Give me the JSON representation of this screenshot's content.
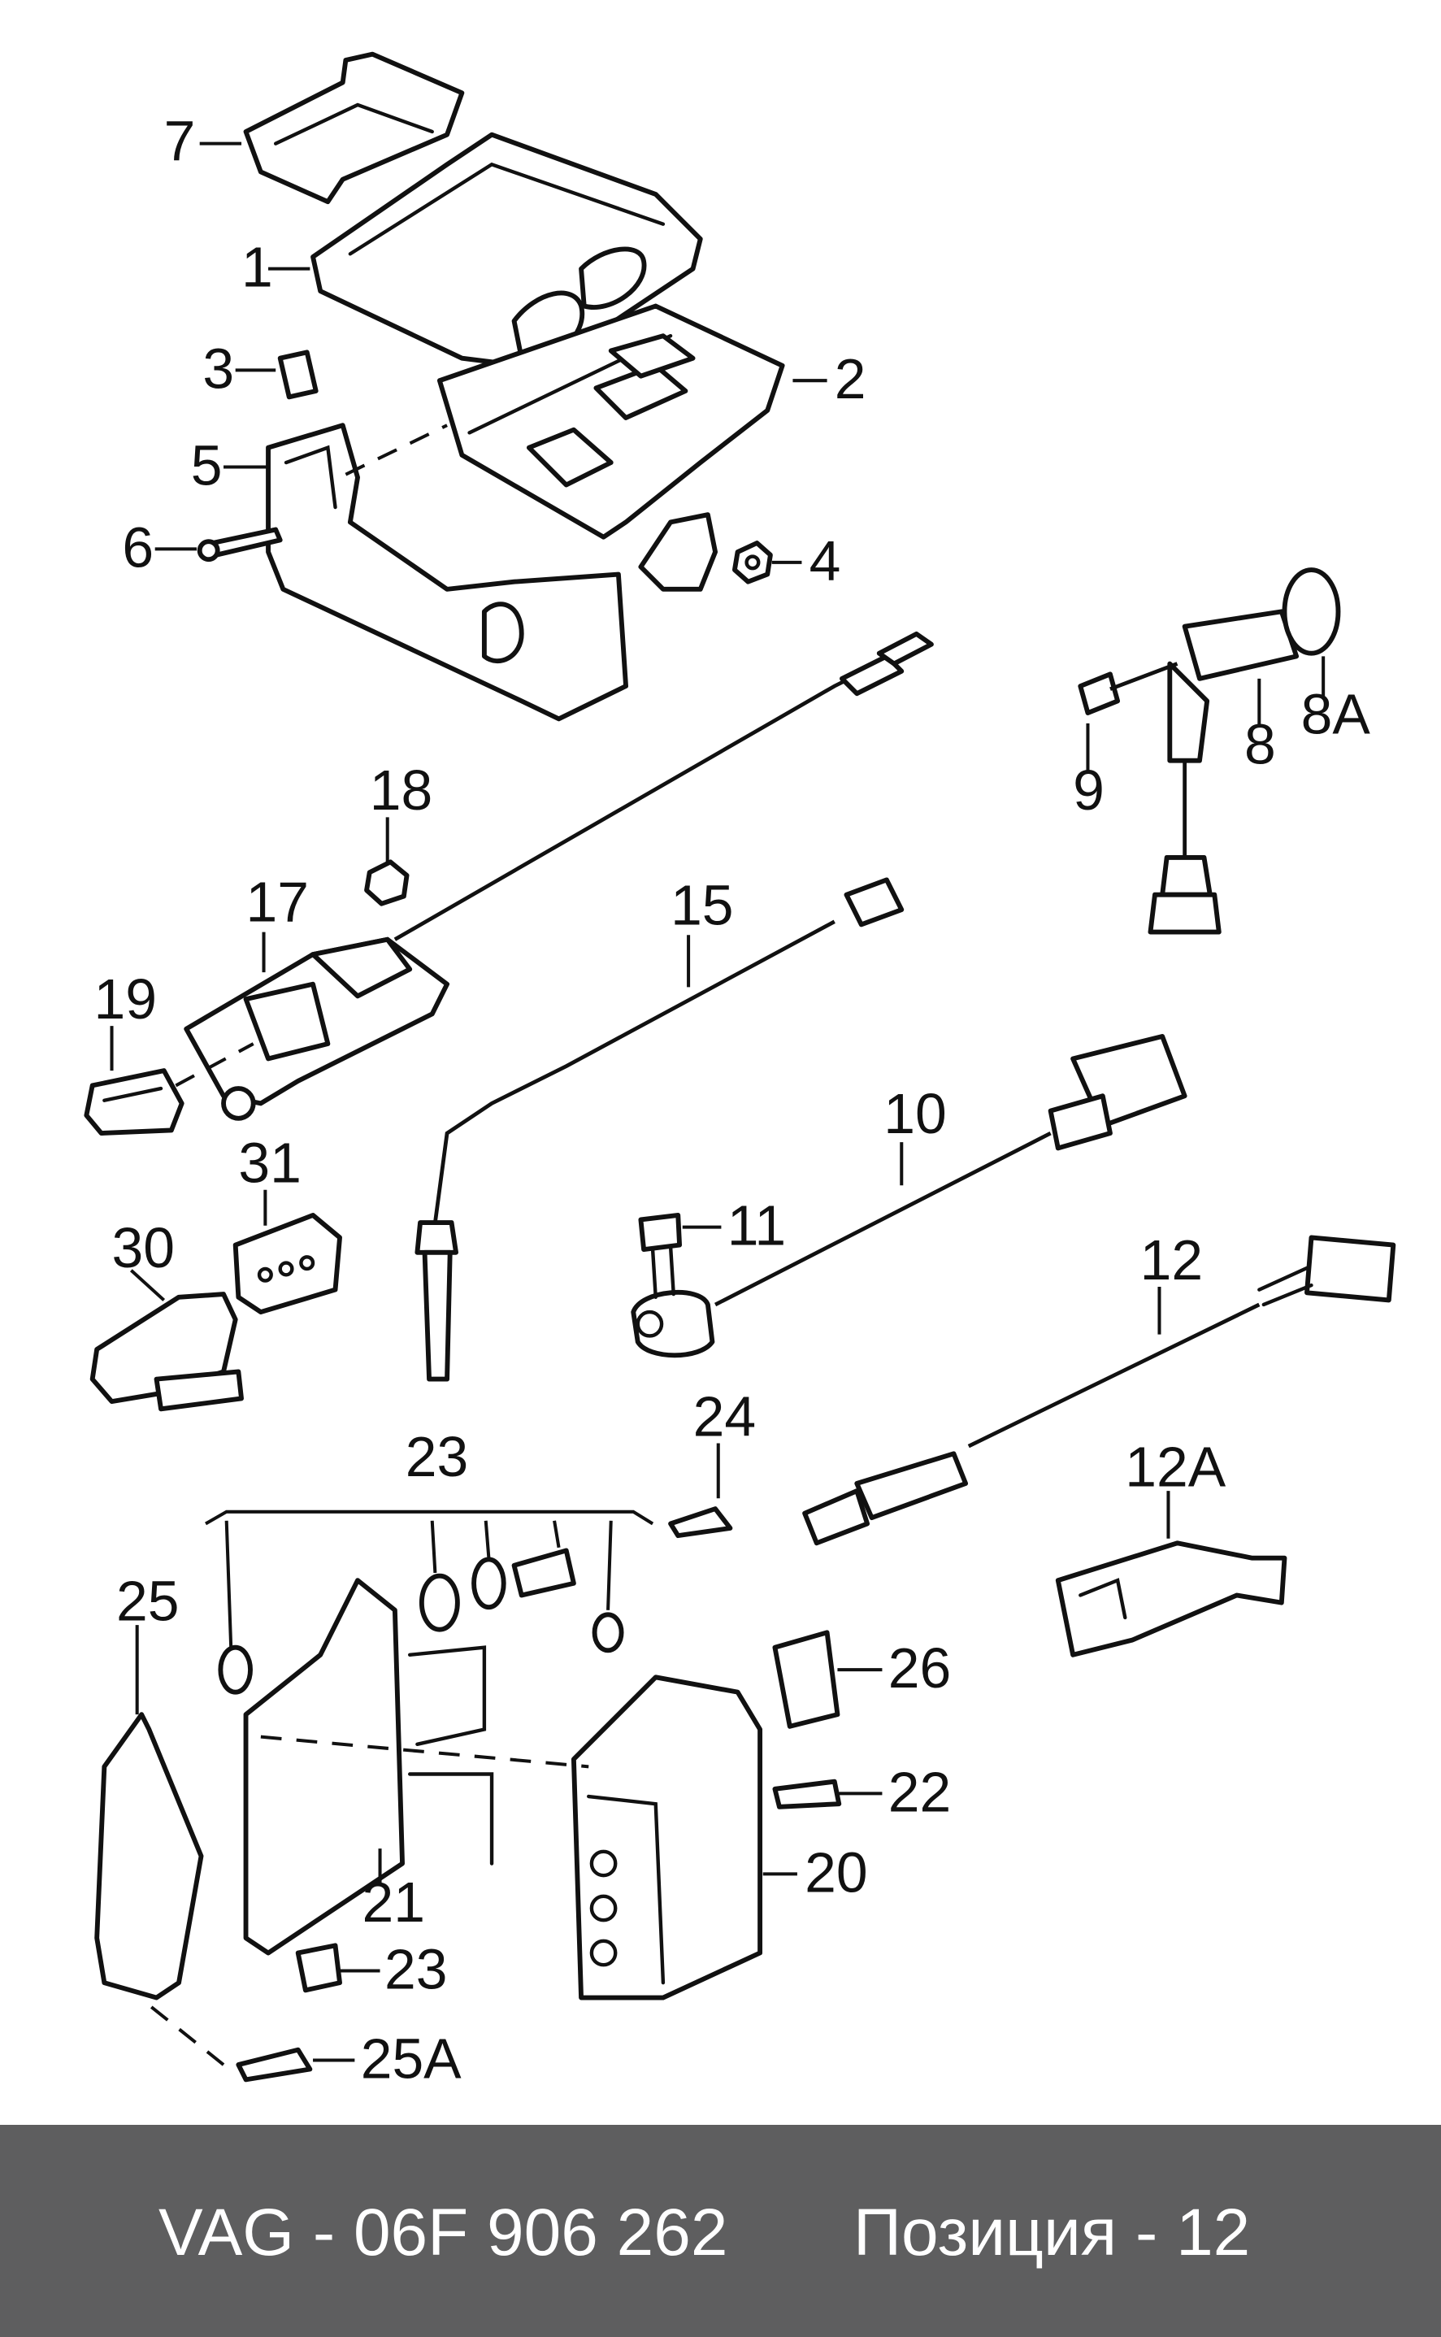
{
  "callouts": {
    "c1": "1",
    "c2": "2",
    "c3": "3",
    "c4": "4",
    "c5": "5",
    "c6": "6",
    "c7": "7",
    "c8": "8",
    "c8A": "8A",
    "c9": "9",
    "c10": "10",
    "c11": "11",
    "c12": "12",
    "c12A": "12A",
    "c15": "15",
    "c17": "17",
    "c18": "18",
    "c19": "19",
    "c20": "20",
    "c21": "21",
    "c22": "22",
    "c23a": "23",
    "c23b": "23",
    "c24": "24",
    "c25": "25",
    "c25A": "25A",
    "c26": "26",
    "c30": "30",
    "c31": "31"
  },
  "footer": {
    "part_code": "VAG - 06F 906 262",
    "position": "Позиция - 12"
  }
}
